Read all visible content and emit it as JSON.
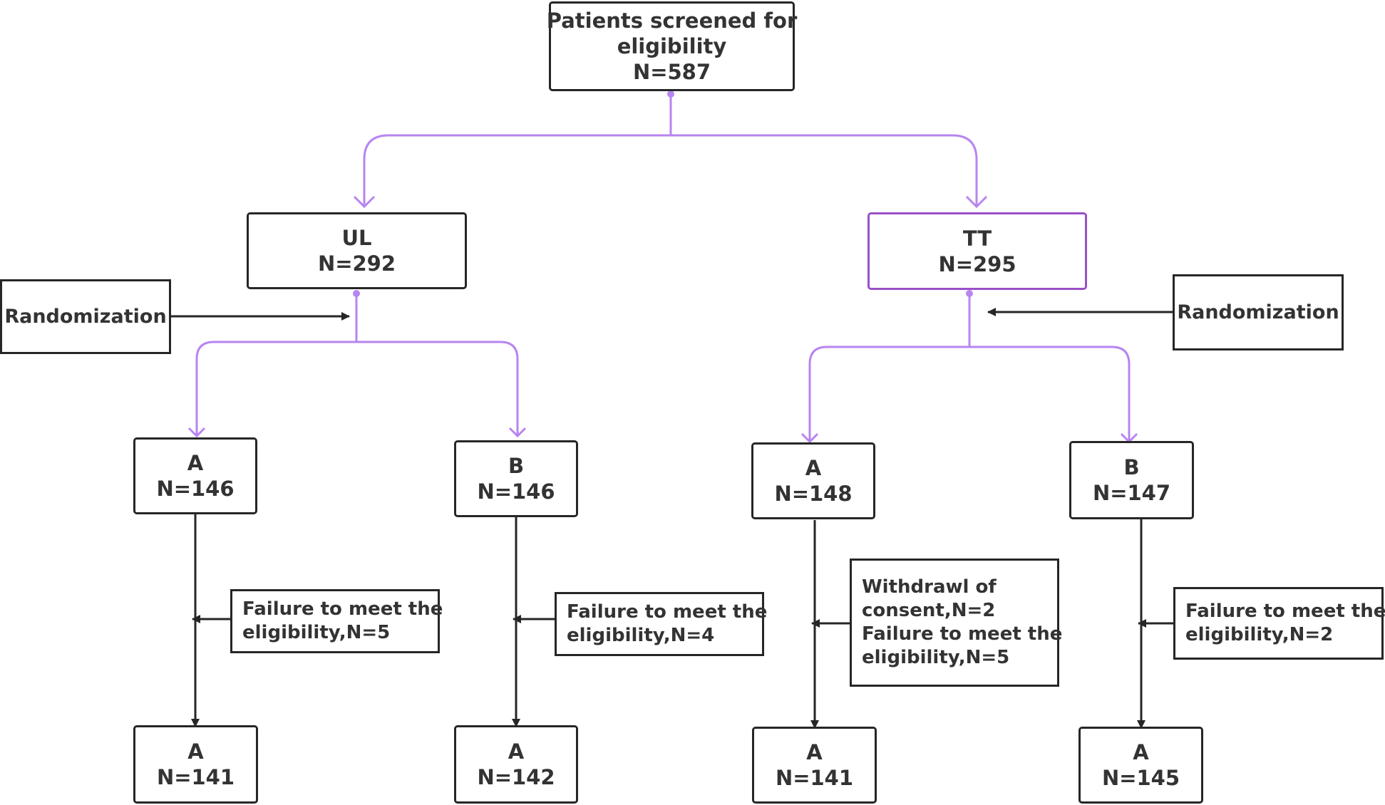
{
  "colors": {
    "box_border": "#262626",
    "purple_connector": "#b785f0",
    "purple_border": "#9a4fc8",
    "text": "#333333"
  },
  "screening": {
    "line1": "Patients screened for",
    "line2": "eligibility",
    "count": "N=587"
  },
  "ul": {
    "label": "UL",
    "count": "N=292"
  },
  "tt": {
    "label": "TT",
    "count": "N=295"
  },
  "randomization_left": "Randomization",
  "randomization_right": "Randomization",
  "ul_a": {
    "label": "A",
    "count": "N=146"
  },
  "ul_b": {
    "label": "B",
    "count": "N=146"
  },
  "tt_a": {
    "label": "A",
    "count": "N=148"
  },
  "tt_b": {
    "label": "B",
    "count": "N=147"
  },
  "ul_a_excl": {
    "line1": "Failure to meet the",
    "line2": "eligibility,N=5"
  },
  "ul_b_excl": {
    "line1": "Failure to meet the",
    "line2": "eligibility,N=4"
  },
  "tt_a_excl": {
    "line1": "Withdrawl of",
    "line2": "consent,N=2",
    "line3": "Failure to meet the",
    "line4": "eligibility,N=5"
  },
  "tt_b_excl": {
    "line1": "Failure to meet the",
    "line2": "eligibility,N=2"
  },
  "ul_a_final": {
    "label": "A",
    "count": "N=141"
  },
  "ul_b_final": {
    "label": "A",
    "count": "N=142"
  },
  "tt_a_final": {
    "label": "A",
    "count": "N=141"
  },
  "tt_b_final": {
    "label": "A",
    "count": "N=145"
  }
}
